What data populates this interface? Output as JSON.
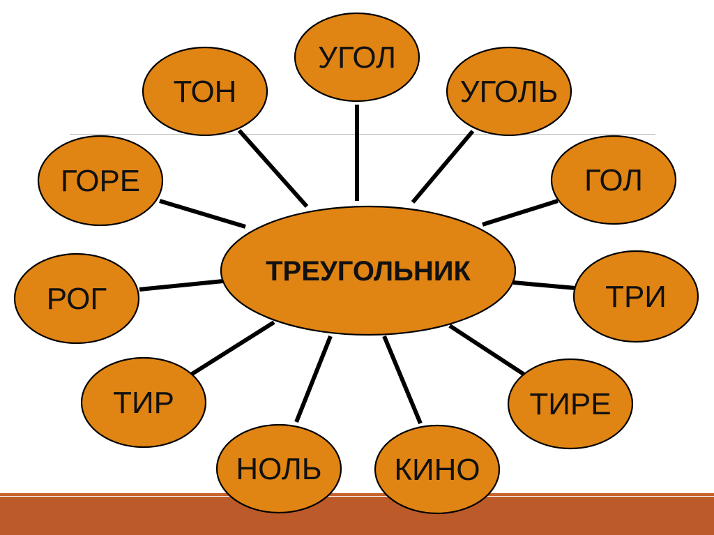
{
  "colors": {
    "bubble_fill": "#e08414",
    "outline": "#000000",
    "floor": "#bd5a2a"
  },
  "center": {
    "label": "ТРЕУГОЛЬНИК"
  },
  "words": [
    {
      "label": "УГОЛ"
    },
    {
      "label": "УГОЛЬ"
    },
    {
      "label": "ГОЛ"
    },
    {
      "label": "ТРИ"
    },
    {
      "label": "ТИРЕ"
    },
    {
      "label": "КИНО"
    },
    {
      "label": "НОЛЬ"
    },
    {
      "label": "ТИР"
    },
    {
      "label": "РОГ"
    },
    {
      "label": "ГОРЕ"
    },
    {
      "label": "ТОН"
    }
  ]
}
